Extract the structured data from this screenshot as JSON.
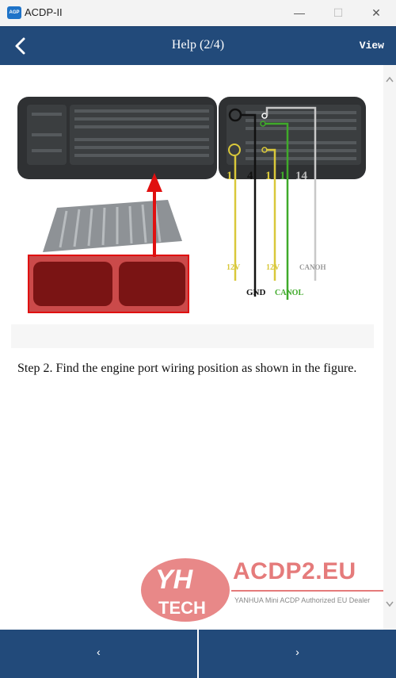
{
  "window": {
    "logo_text": "AGP",
    "title": "ACDP-II",
    "minimize": "—",
    "maximize": "☐",
    "close": "✕"
  },
  "header": {
    "title": "Help (2/4)",
    "view_label": "View"
  },
  "figure": {
    "pins": [
      "1",
      "4",
      "1",
      "1",
      "14"
    ],
    "wire_labels": {
      "v12_left": "12V",
      "v12_right": "12V",
      "canh": "CANOH",
      "gnd": "GND",
      "canl": "CANOL"
    },
    "colors": {
      "yellow": "#d9c83a",
      "black": "#111111",
      "green": "#3faa2a",
      "white_wire": "#c8c8c8",
      "red": "#e01010"
    }
  },
  "step_text": "Step 2. Find the engine port wiring position as shown in the figure.",
  "watermark": {
    "logo_top": "YH",
    "logo_bottom": "TECH",
    "site": "ACDP2.EU",
    "tagline": "YANHUA Mini ACDP Authorized EU Dealer"
  },
  "footer": {
    "prev_label": "‹",
    "next_label": "›"
  }
}
